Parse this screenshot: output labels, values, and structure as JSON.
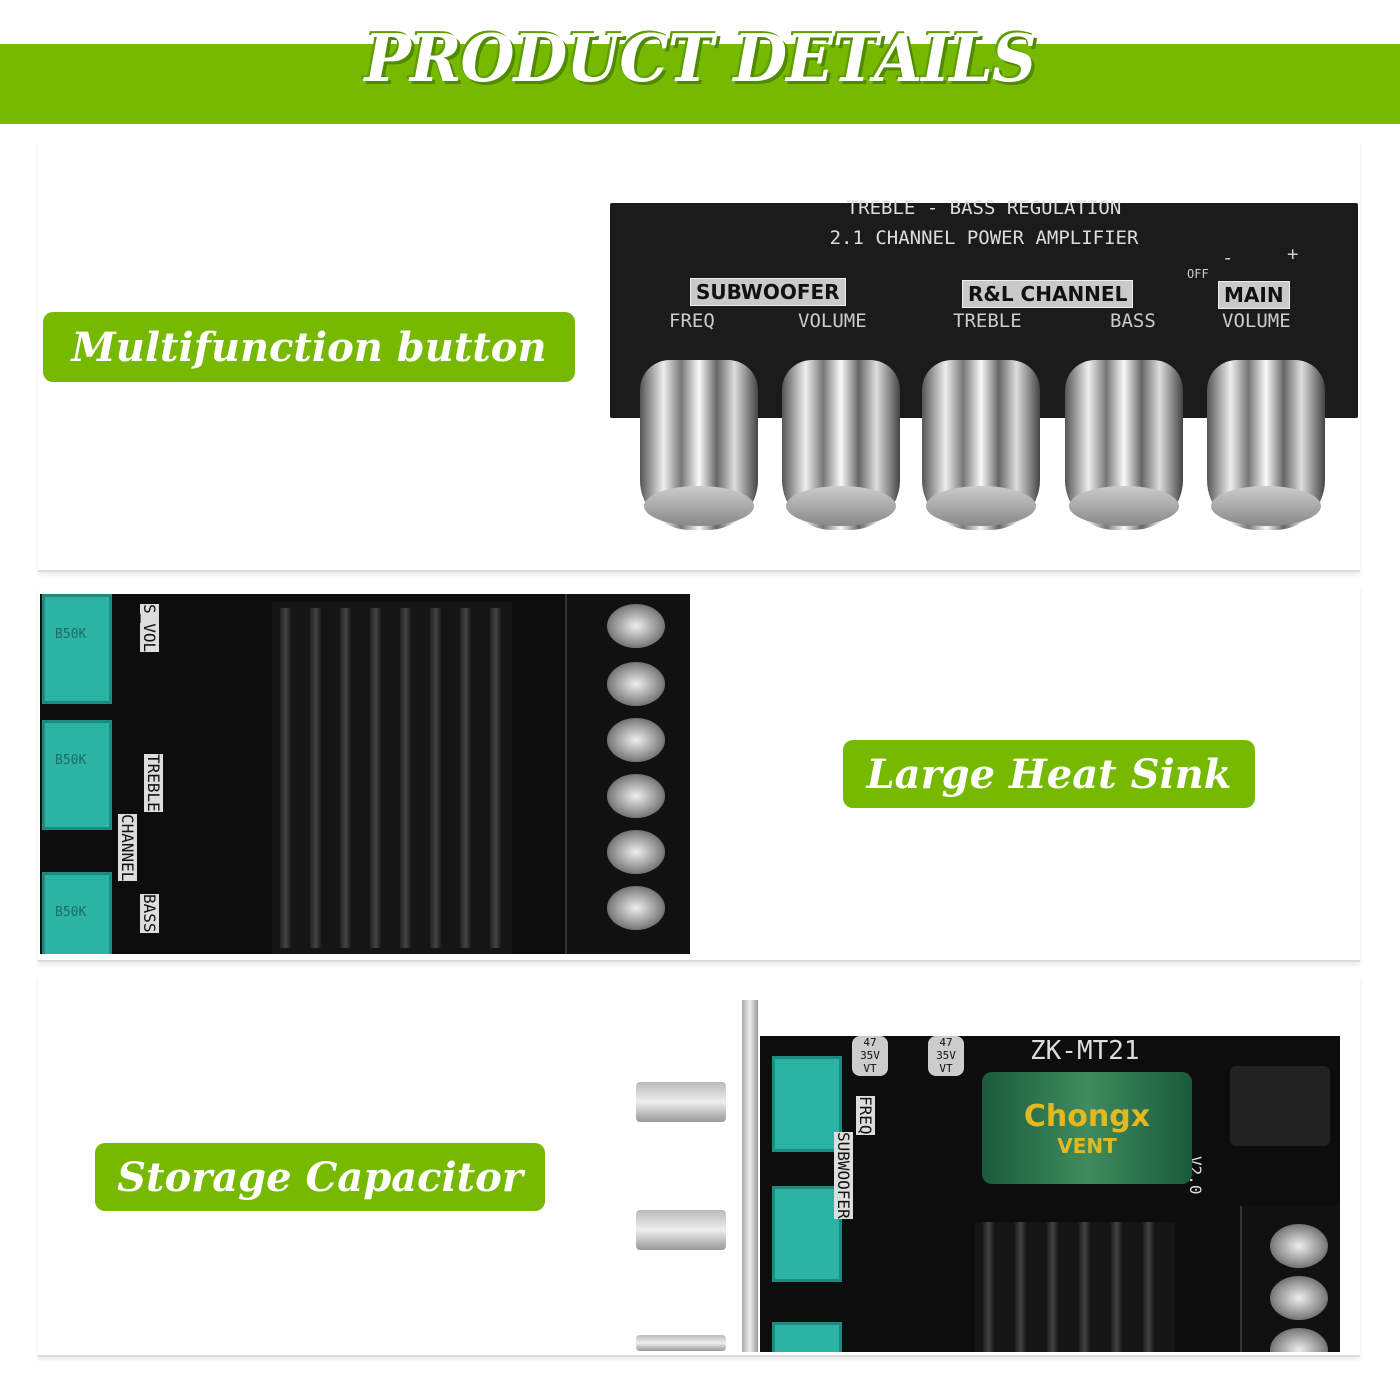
{
  "header": {
    "title": "PRODUCT DETAILS"
  },
  "sections": [
    {
      "label": "Multifunction button"
    },
    {
      "label": "Large Heat Sink"
    },
    {
      "label": "Storage Capacitor"
    }
  ],
  "amplifier_panel": {
    "line1": "TREBLE - BASS REGULATION",
    "line2": "2.1 CHANNEL POWER AMPLIFIER",
    "groups": [
      "SUBWOOFER",
      "R&L CHANNEL",
      "MAIN"
    ],
    "off": "OFF",
    "minus": "-",
    "plus": "+",
    "knobs": [
      "FREQ",
      "VOLUME",
      "TREBLE",
      "BASS",
      "VOLUME"
    ]
  },
  "pcb": {
    "pots": [
      "B50K",
      "B50K",
      "B50K"
    ],
    "silk": [
      "S_VOL",
      "TREBLE",
      "CHANNEL",
      "BASS",
      "FREQ",
      "SUBWOOFER",
      "V2.0",
      "ZK-MT21"
    ],
    "capacitor_brand": "Chongx",
    "capacitor_sub": "VENT",
    "small_caps": [
      "47 35V VT",
      "47 35V VT"
    ]
  },
  "colors": {
    "accent": "#76b900"
  }
}
